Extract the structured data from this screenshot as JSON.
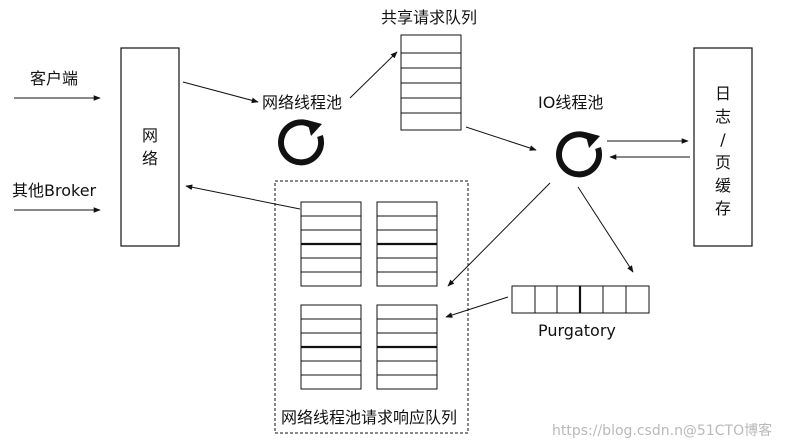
{
  "labels": {
    "client": "客户端",
    "other_broker": "其他Broker",
    "network_box": [
      "网",
      "络"
    ],
    "network_threadpool": "网络线程池",
    "shared_request_queue": "共享请求队列",
    "io_threadpool": "IO线程池",
    "log_page_cache": [
      "日",
      "志",
      "/",
      "页",
      "缓",
      "存"
    ],
    "purgatory": "Purgatory",
    "response_queues": "网络线程池请求响应队列"
  },
  "watermark": "https://blog.csdn.n@51CTO博客",
  "colors": {
    "stroke": "#111111",
    "background": "#ffffff",
    "watermark": "#b9b9b9"
  }
}
